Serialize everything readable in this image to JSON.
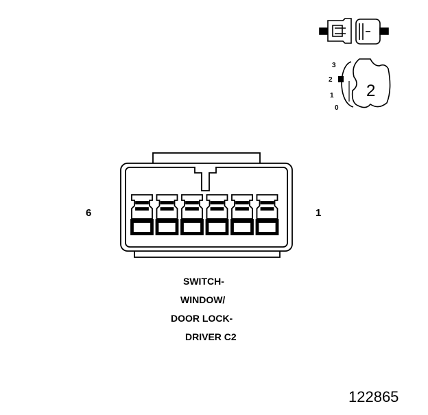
{
  "pin_labels": {
    "left": "6",
    "right": "1"
  },
  "view_indicator": {
    "icon": "connector-side-view-icon",
    "position_scale": [
      "3",
      "2",
      "1",
      "0"
    ],
    "selected_number": "2"
  },
  "caption_lines": [
    "SWITCH-",
    "WINDOW/",
    "DOOR LOCK-",
    "DRIVER C2"
  ],
  "figure_number": "122865"
}
